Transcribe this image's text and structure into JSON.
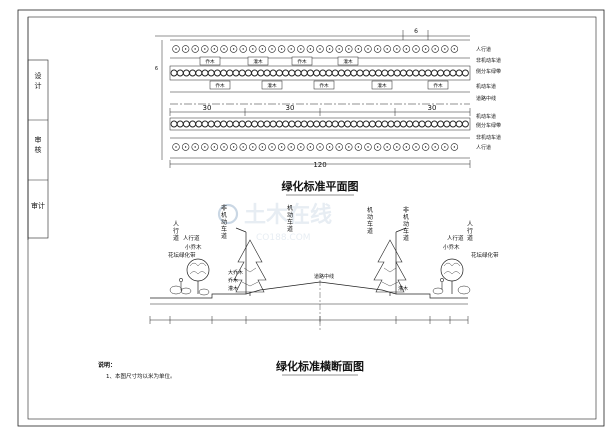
{
  "sheet": {
    "title_block": {
      "label_1": "设",
      "label_2": "审",
      "label_3": "审计"
    }
  },
  "plan": {
    "title": "绿化标准平面图",
    "dim_top": "6",
    "dim_left": "6",
    "dim_segments": [
      "30",
      "30",
      "30"
    ],
    "dim_total": "120",
    "right_labels": [
      "人行道",
      "非机动车道",
      "侧分车绿带",
      "机动车道",
      "道路中线",
      "机动车道",
      "侧分车绿带",
      "非机动车道",
      "人行道"
    ],
    "tags": [
      "乔木",
      "灌木",
      "乔木",
      "灌木",
      "乔木",
      "灌木",
      "乔木",
      "灌木"
    ]
  },
  "section": {
    "title": "绿化标准横断面图",
    "labels": {
      "left_lane_a": "人行道",
      "left_lane_b": "非机动车道",
      "left_lane_c": "机动车道",
      "right_lane_a": "非机动车道",
      "right_lane_b": "机动车道",
      "right_lane_c": "人行道",
      "left_walk": "人行道",
      "right_walk": "人行道",
      "left_small": "小乔木",
      "right_small": "小乔木",
      "left_belt": "花坛绿化带",
      "right_belt": "花坛绿化带",
      "left_tree_1": "大乔木",
      "left_tree_2": "乔木",
      "left_tree_3": "灌木",
      "right_tree_1": "灌木",
      "center": "道路中线"
    }
  },
  "notes": {
    "heading": "说明：",
    "line1": "1、本图尺寸均以米为单位。"
  },
  "watermark": {
    "main": "土木在线",
    "sub": "CO188.COM"
  }
}
